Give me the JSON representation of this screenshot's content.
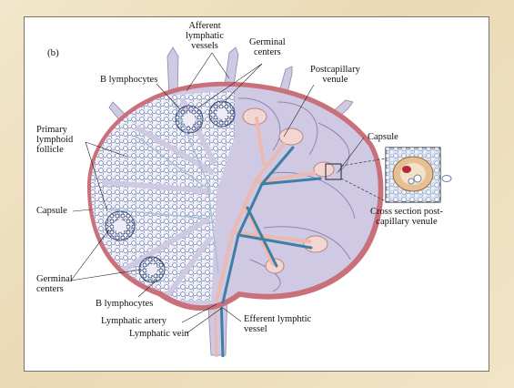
{
  "panel_label": "(b)",
  "labels": {
    "afferent": "Afferent\nlymphatic\nvessels",
    "germinal_top": "Germinal\ncenters",
    "b_lymph_top": "B lymphocytes",
    "postcapillary": "Postcapillary\nvenule",
    "primary_follicle": "Primary\nlymphoid\nfollicle",
    "capsule_right": "Capsule",
    "capsule_left": "Capsule",
    "cross_section": "Cross section post-\ncapillary venule",
    "germinal_bottom": "Germinal\ncenters",
    "b_lymph_bottom": "B lymphocytes",
    "lymphatic_artery": "Lymphatic artery",
    "lymphatic_vein": "Lymphatic vein",
    "efferent": "Efferent lymphtic\nvessel"
  },
  "colors": {
    "background": "#efe3c6",
    "capsule": "#c9707a",
    "node_fill": "#cfc9e3",
    "cortex_fill": "#eeecf6",
    "artery": "#e9b9b2",
    "vein": "#3e7fa3",
    "cell": "#6d7fae"
  }
}
